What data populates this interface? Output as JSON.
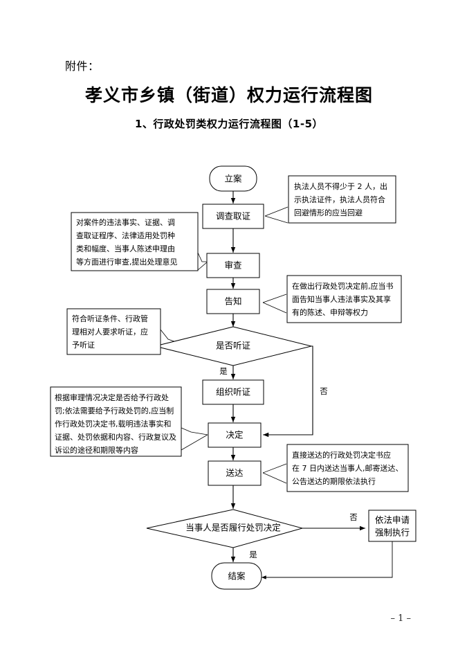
{
  "document": {
    "attachment_label": "附件：",
    "title": "孝义市乡镇（街道）权力运行流程图",
    "subtitle": "1、行政处罚类权力运行流程图（1-5）",
    "page_number": "– 1 –"
  },
  "flowchart": {
    "type": "flowchart",
    "nodes": [
      {
        "id": "n1",
        "label": "立案",
        "shape": "rounded"
      },
      {
        "id": "n2",
        "label": "调查取证",
        "shape": "rect"
      },
      {
        "id": "n3",
        "label": "审查",
        "shape": "rect"
      },
      {
        "id": "n4",
        "label": "告知",
        "shape": "rect"
      },
      {
        "id": "n5",
        "label": "是否听证",
        "shape": "diamond"
      },
      {
        "id": "n6",
        "label": "组织听证",
        "shape": "rect"
      },
      {
        "id": "n7",
        "label": "决定",
        "shape": "rect"
      },
      {
        "id": "n8",
        "label": "送达",
        "shape": "rect"
      },
      {
        "id": "n9",
        "label": "当事人是否履行处罚决定",
        "shape": "diamond"
      },
      {
        "id": "n10",
        "label_line1": "依法申请",
        "label_line2": "强制执行",
        "shape": "rect"
      },
      {
        "id": "n11",
        "label": "结案",
        "shape": "rounded"
      }
    ],
    "branch_labels": {
      "hearing_yes": "是",
      "hearing_no": "否",
      "comply_yes": "是",
      "comply_no": "否"
    },
    "notes": [
      {
        "id": "note1",
        "side": "right",
        "attached_to": "调查取证",
        "lines": [
          "执法人员不得少于 2 人，出",
          "示执法证件，执法人员符合",
          "回避情形的应当回避"
        ]
      },
      {
        "id": "note2",
        "side": "left",
        "attached_to": "审查",
        "lines": [
          "对案件的违法事实、证据、调",
          "查取证程序、法律适用处罚种",
          "类和幅度、当事人陈述申理由",
          "等方面进行审查,提出处理意见"
        ]
      },
      {
        "id": "note3",
        "side": "right",
        "attached_to": "告知",
        "lines": [
          "在做出行政处罚决定前,应当书",
          "面告知当事人违法事实及其享",
          "有的陈述、申辩等权力"
        ]
      },
      {
        "id": "note4",
        "side": "left",
        "attached_to": "是否听证",
        "lines": [
          "符合听证条件、行政管",
          "理相对人要求听证，应",
          "予听证"
        ]
      },
      {
        "id": "note5",
        "side": "left",
        "attached_to": "决定",
        "lines": [
          "根据审理情况决定是否给予行政处",
          "罚;依法需要给予行政处罚的,应当制",
          "作行政处罚决定书,载明违法事实和",
          "证据、处罚依据和内容、行政复议及",
          "诉讼的途径和期限等内容"
        ]
      },
      {
        "id": "note6",
        "side": "right",
        "attached_to": "送达",
        "lines": [
          "直接送达的行政处罚决定书应",
          "在 7 日内送达当事人,邮寄送达、",
          "公告送达的期限依法执行"
        ]
      }
    ]
  }
}
